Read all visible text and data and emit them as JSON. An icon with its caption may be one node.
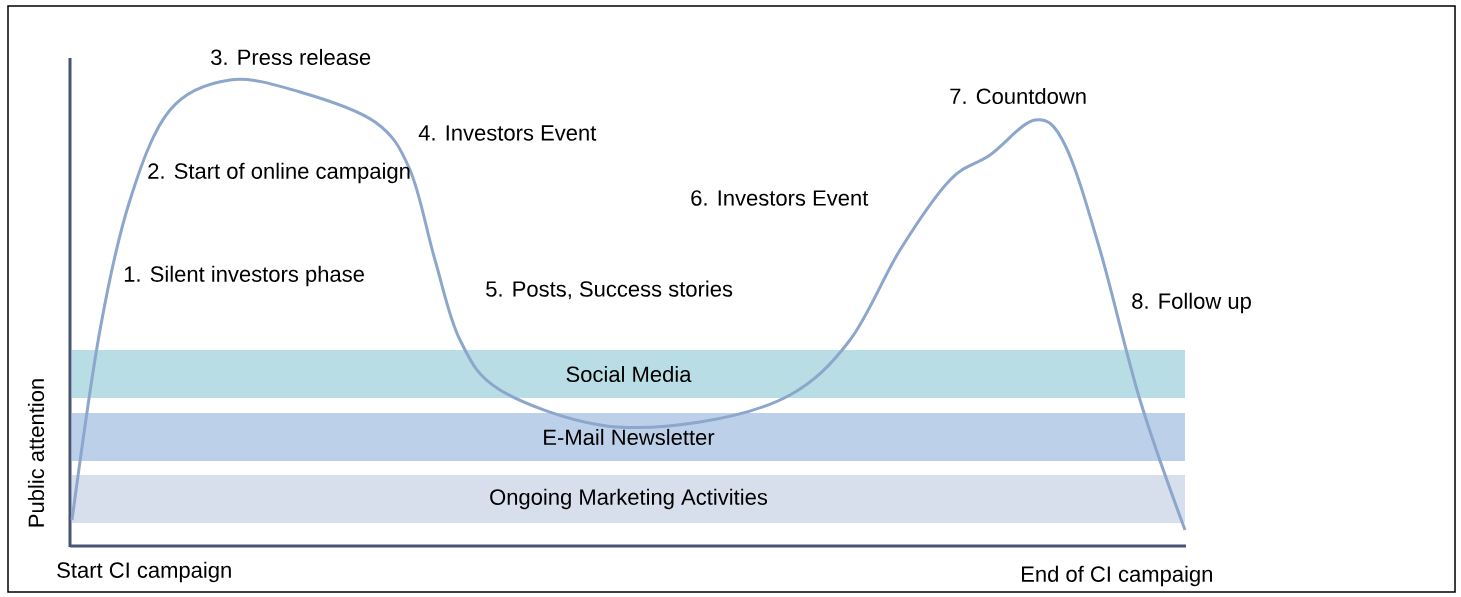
{
  "diagram": {
    "nodes": [
      {
        "text": [
          "Social Media"
        ]
      },
      {
        "text": [
          "E-Mail Newsletter"
        ]
      },
      {
        "text": [
          "Ongoing Marketing Activities"
        ]
      }
    ],
    "labels": [
      "3. Press release",
      "7. Countdown",
      "4. Investors Event",
      "2. Start of online campaign",
      "6. Investors Event",
      "1. Silent investors phase",
      "5. Posts, Success stories",
      "8. Follow up",
      "Public attention",
      "Start CI campaign",
      "End of CI campaign"
    ]
  }
}
